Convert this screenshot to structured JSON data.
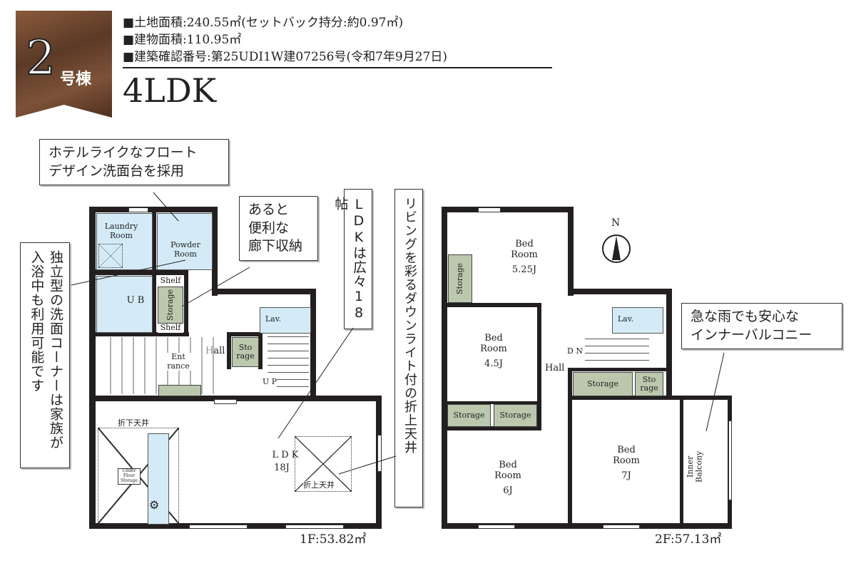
{
  "header": {
    "badge_number": "2",
    "badge_suffix": "号棟",
    "info": [
      "■土地面積:240.55㎡(セットバック持分:約0.97㎡)",
      "■建物面積:110.95㎡",
      "■建築確認番号:第25UDI1W建07256号(令和7年9月27日)"
    ],
    "layout_type": "4LDK"
  },
  "callouts": {
    "float_sink": [
      "ホテルライクなフロート",
      "デザイン洗面台を採用"
    ],
    "hall_storage": [
      "あると",
      "便利な",
      "廊下収納"
    ],
    "wash_corner": "独立型の洗面コーナーは家族が入浴中も利用可能です",
    "ldk_size": "LDKは広々18帖",
    "ceiling": "リビングを彩るダウンライト付の折上天井",
    "balcony": [
      "急な雨でも安心な",
      "インナーバルコニー"
    ]
  },
  "floor1": {
    "laundry": "Laundry Room",
    "powder": "Powder Room",
    "ub": "U B",
    "shelf1": "Shelf",
    "shelf2": "Shelf",
    "storage": "Storage",
    "lav": "Lav.",
    "storage2": "Sto rage",
    "hall": "Hall",
    "entrance": "Ent rance",
    "up": "U P",
    "ldk": "L D K",
    "ldk_size": "18J",
    "lowered_ceiling": "折下天井",
    "raised_ceiling": "折上天井",
    "underfloor": "Under Floor Storage",
    "area": "1F:53.82㎡"
  },
  "floor2": {
    "bed1": "Bed Room",
    "bed1_size": "5.25J",
    "bed2": "Bed Room",
    "bed2_size": "4.5J",
    "bed3": "Bed Room",
    "bed3_size": "6J",
    "bed4": "Bed Room",
    "bed4_size": "7J",
    "storage_a": "Storage",
    "storage_b": "Storage",
    "storage_c": "Storage",
    "storage_d": "Storage",
    "storage_e": "Sto rage",
    "lav": "Lav.",
    "hall": "Hall",
    "dn": "D N",
    "balcony": "Inner Balcony",
    "area": "2F:57.13㎡"
  },
  "compass": "N"
}
